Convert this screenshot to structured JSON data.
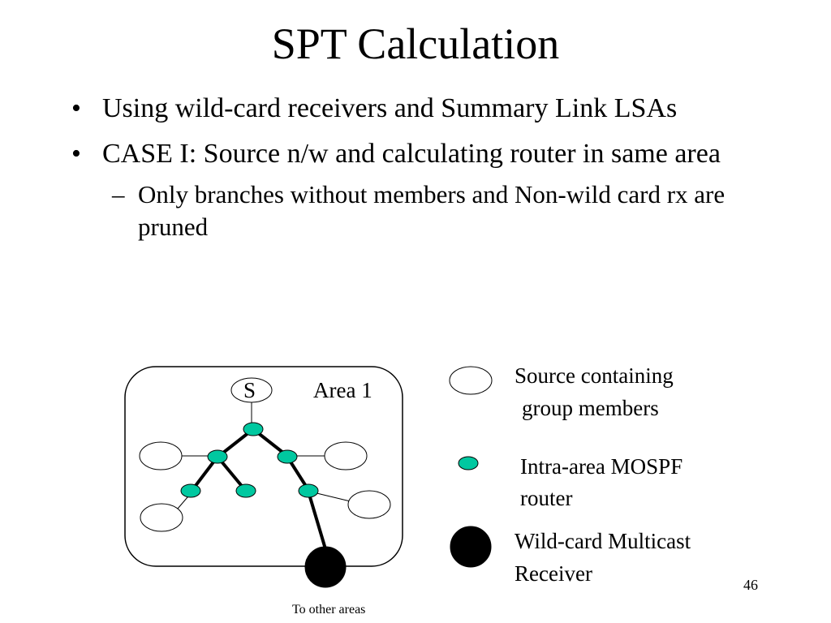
{
  "slide": {
    "title": "SPT Calculation",
    "page_number": "46"
  },
  "bullets": [
    {
      "text": "Using wild-card receivers and Summary Link LSAs"
    },
    {
      "text": "CASE I: Source n/w and calculating router in same area"
    }
  ],
  "sub_bullet": "Only branches without members and Non-wild card rx are pruned",
  "diagram": {
    "source_label": "S",
    "area_label": "Area 1",
    "footer_label": "To other areas"
  },
  "legend": {
    "source_line1": "Source containing",
    "source_line2": "group members",
    "router_line1": "Intra-area MOSPF",
    "router_line2": "router",
    "receiver_line1": "Wild-card Multicast",
    "receiver_line2": "Receiver"
  },
  "colors": {
    "router_fill": "#00c8a0",
    "receiver_fill": "#000000"
  }
}
